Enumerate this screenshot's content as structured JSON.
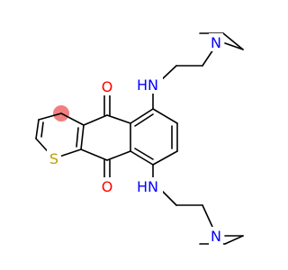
{
  "structure": {
    "atoms": {
      "o_top": "O",
      "o_bottom": "O",
      "s_ring": "S",
      "n_upper_amine": "HN",
      "n_lower_amine": "HN",
      "n_upper_aziridine": "N",
      "n_lower_aziridine": "N"
    },
    "colors": {
      "bond": "#000000",
      "oxygen": "#ff0000",
      "nitrogen": "#0000ff",
      "sulfur": "#b7a100",
      "highlight": "#f08080"
    }
  }
}
